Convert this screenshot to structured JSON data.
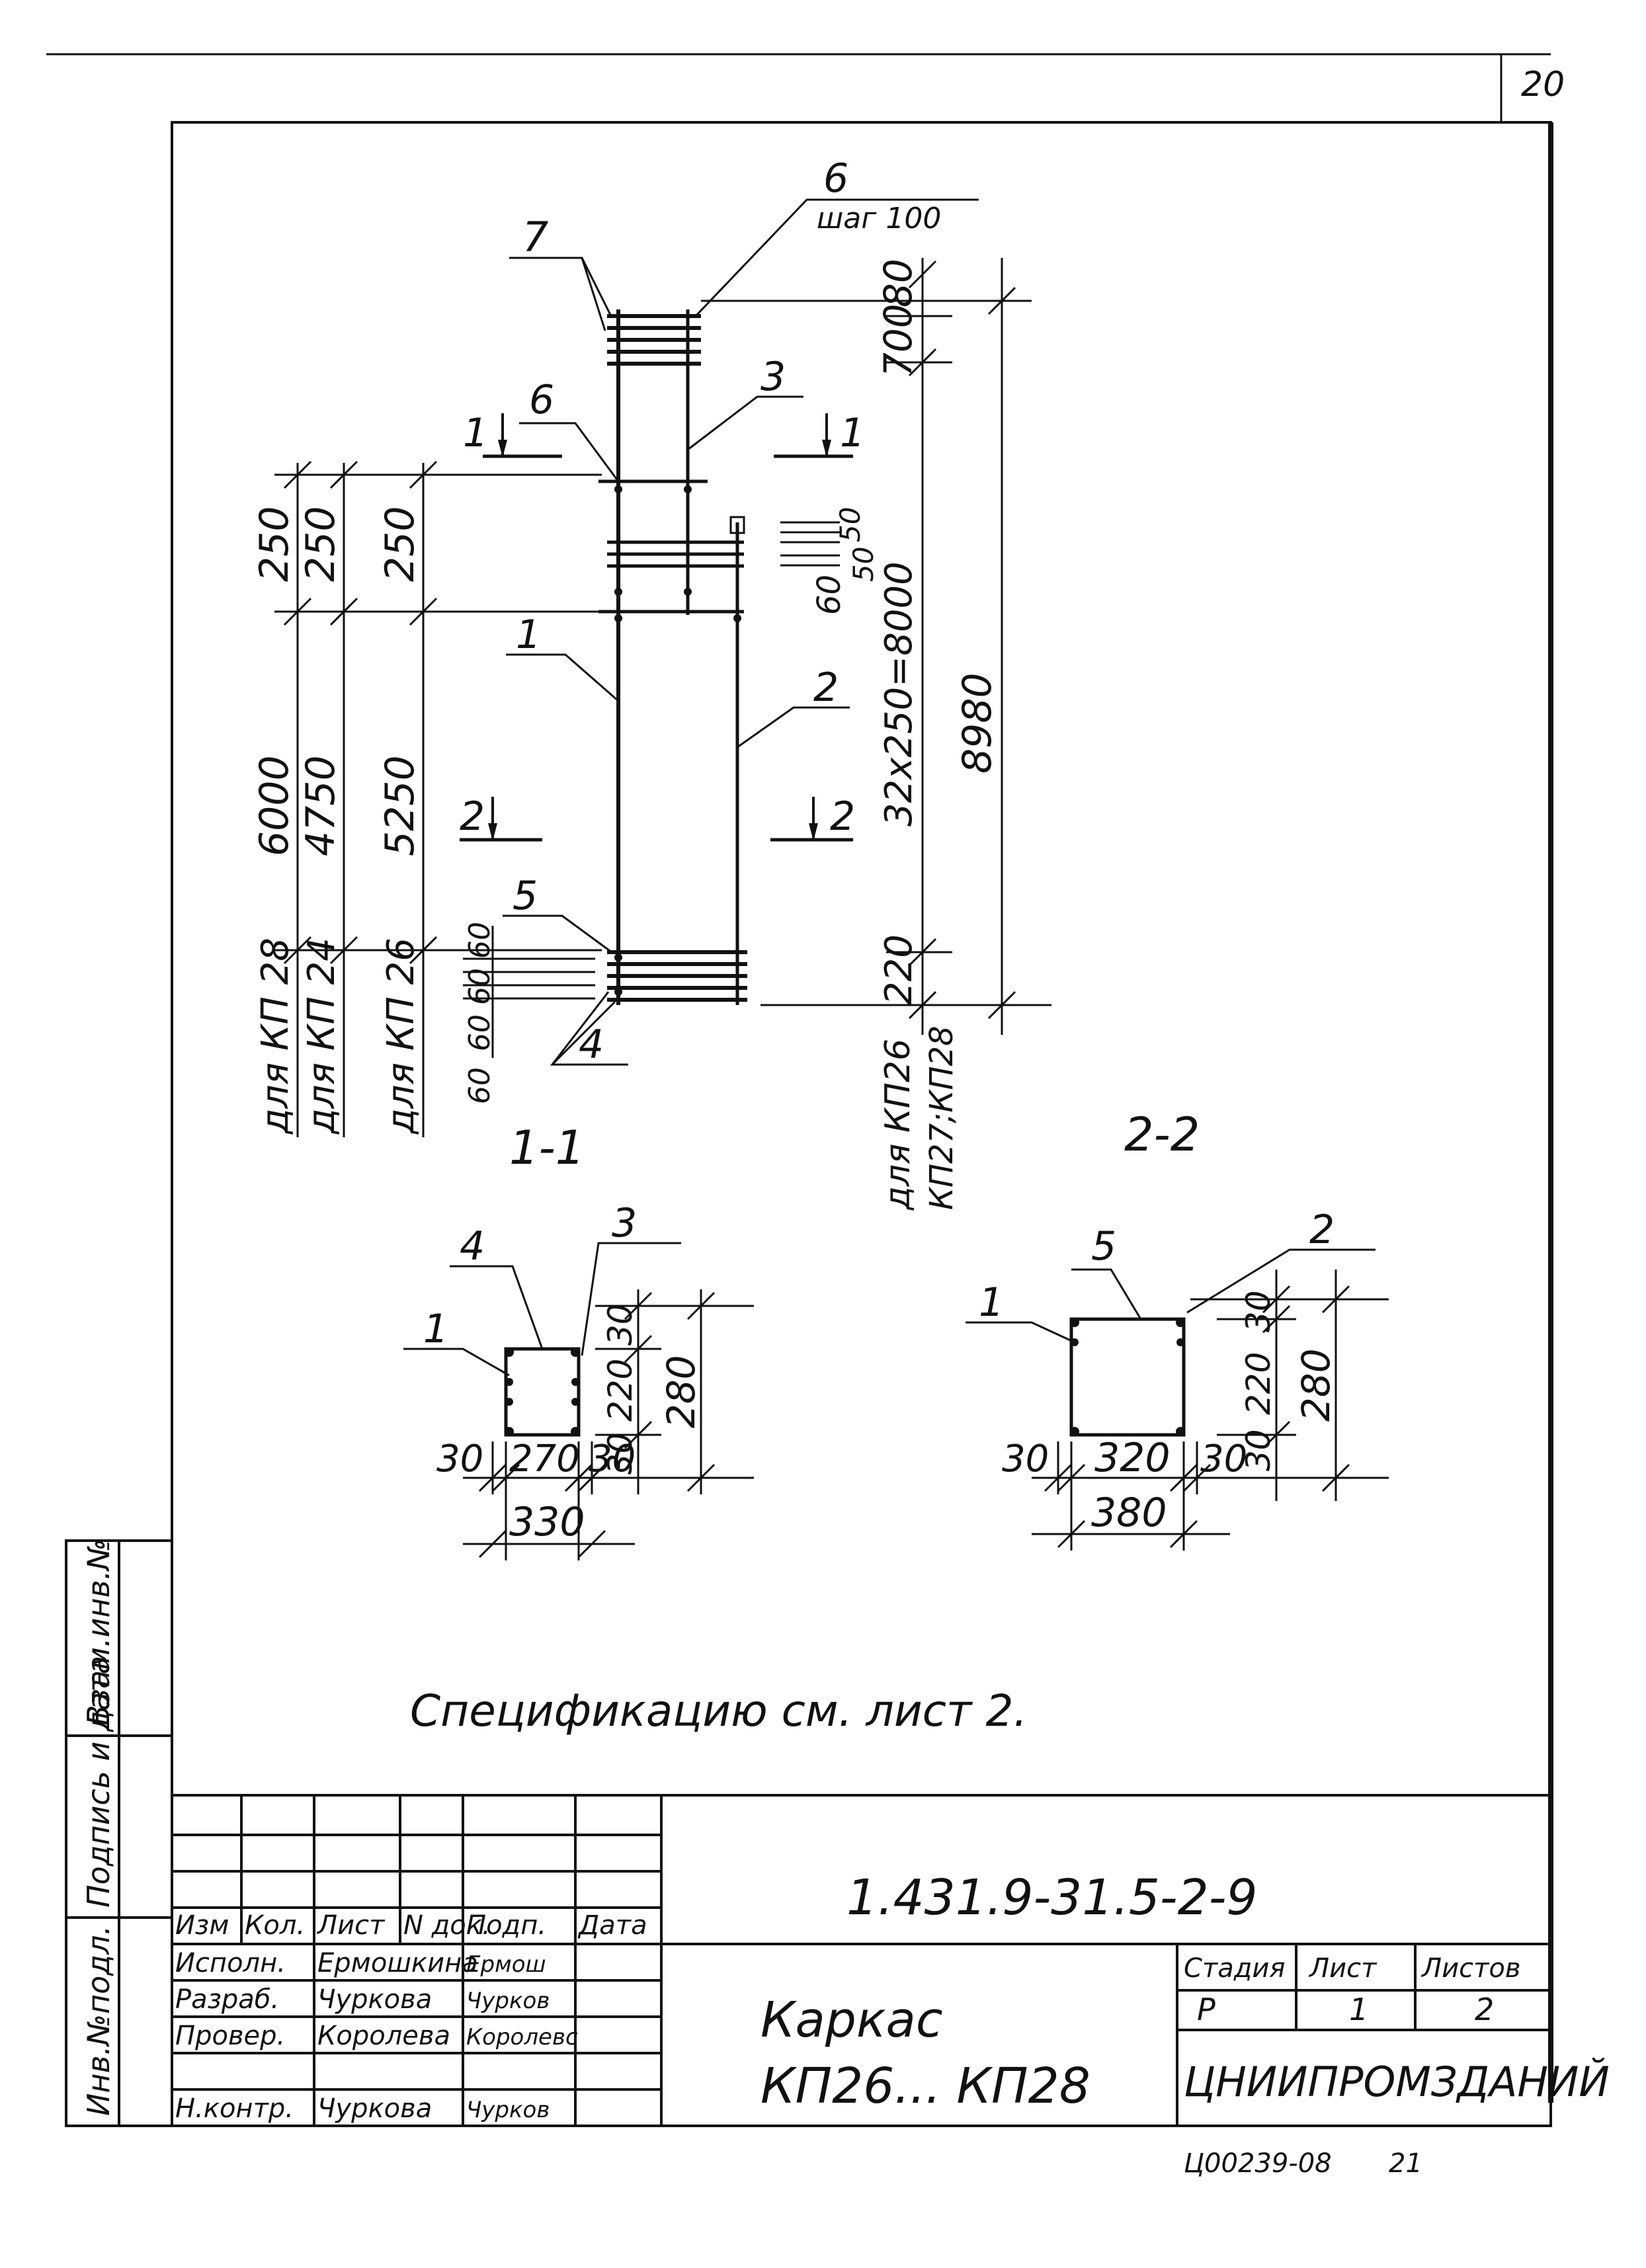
{
  "sheet_number": "20",
  "marks": {
    "m7": "7",
    "m6top": "6",
    "step": "шаг 100",
    "m6": "6",
    "m3": "3",
    "m1": "1",
    "m2": "2",
    "m5": "5",
    "m4": "4"
  },
  "section_marks": {
    "s1": "1",
    "s2": "2"
  },
  "dims_left": {
    "d250a": "250",
    "d250b": "250",
    "d250c": "250",
    "d6000": "6000",
    "d4750": "4750",
    "d5250": "5250",
    "kp28": "для КП 28",
    "kp24": "для КП 24",
    "kp26": "для КП 26",
    "d606060": "60 60 60",
    "d60": "60"
  },
  "dims_right": {
    "d80": "80",
    "d700": "700",
    "d50": "50",
    "d50b": "50",
    "d60": "60",
    "d8000": "32х250=8000",
    "d8980": "8980",
    "d220": "220",
    "kp26": "для КП26",
    "kp2728": "КП27;КП28"
  },
  "section_1_1": {
    "title": "1-1",
    "marks": {
      "m4": "4",
      "m3": "3",
      "m1": "1"
    },
    "dims": {
      "d30top": "30",
      "d220": "220",
      "d30bot": "30",
      "d280": "280",
      "d30l": "30",
      "d270": "270",
      "d30r": "30",
      "d330": "330"
    }
  },
  "section_2_2": {
    "title": "2-2",
    "marks": {
      "m5": "5",
      "m2": "2",
      "m1": "1"
    },
    "dims": {
      "d30top": "30",
      "d220": "220",
      "d30bot": "30",
      "d280": "280",
      "d30l": "30",
      "d320": "320",
      "d30r": "30",
      "d380": "380"
    }
  },
  "note": "Спецификацию см. лист 2.",
  "side_stamp": {
    "c1": "Инв.№подл.",
    "c2": "Подпись и дата",
    "c3": "Взам.инв.№"
  },
  "title_block": {
    "doc_code": "1.431.9-31.5-2-9",
    "headers": [
      "Изм",
      "Кол.",
      "Лист",
      "N док.",
      "Подп.",
      "Дата"
    ],
    "rows": [
      {
        "role": "Исполн.",
        "name": "Ермошкина",
        "sign": "Ермош"
      },
      {
        "role": "Разраб.",
        "name": "Чуркова",
        "sign": "Чурков"
      },
      {
        "role": "Провер.",
        "name": "Королева",
        "sign": "Королевс"
      },
      {
        "role": "",
        "name": "",
        "sign": ""
      },
      {
        "role": "Н.контр.",
        "name": "Чуркова",
        "sign": "Чурков"
      }
    ],
    "title_line1": "Каркас",
    "title_line2": "КП26... КП28",
    "stage_label": "Стадия",
    "sheet_label": "Лист",
    "sheets_label": "Листов",
    "stage": "Р",
    "sheet": "1",
    "sheets": "2",
    "org": "ЦНИИПРОМЗДАНИЙ"
  },
  "bottom_note": "Ц00239-08",
  "bottom_num": "21"
}
